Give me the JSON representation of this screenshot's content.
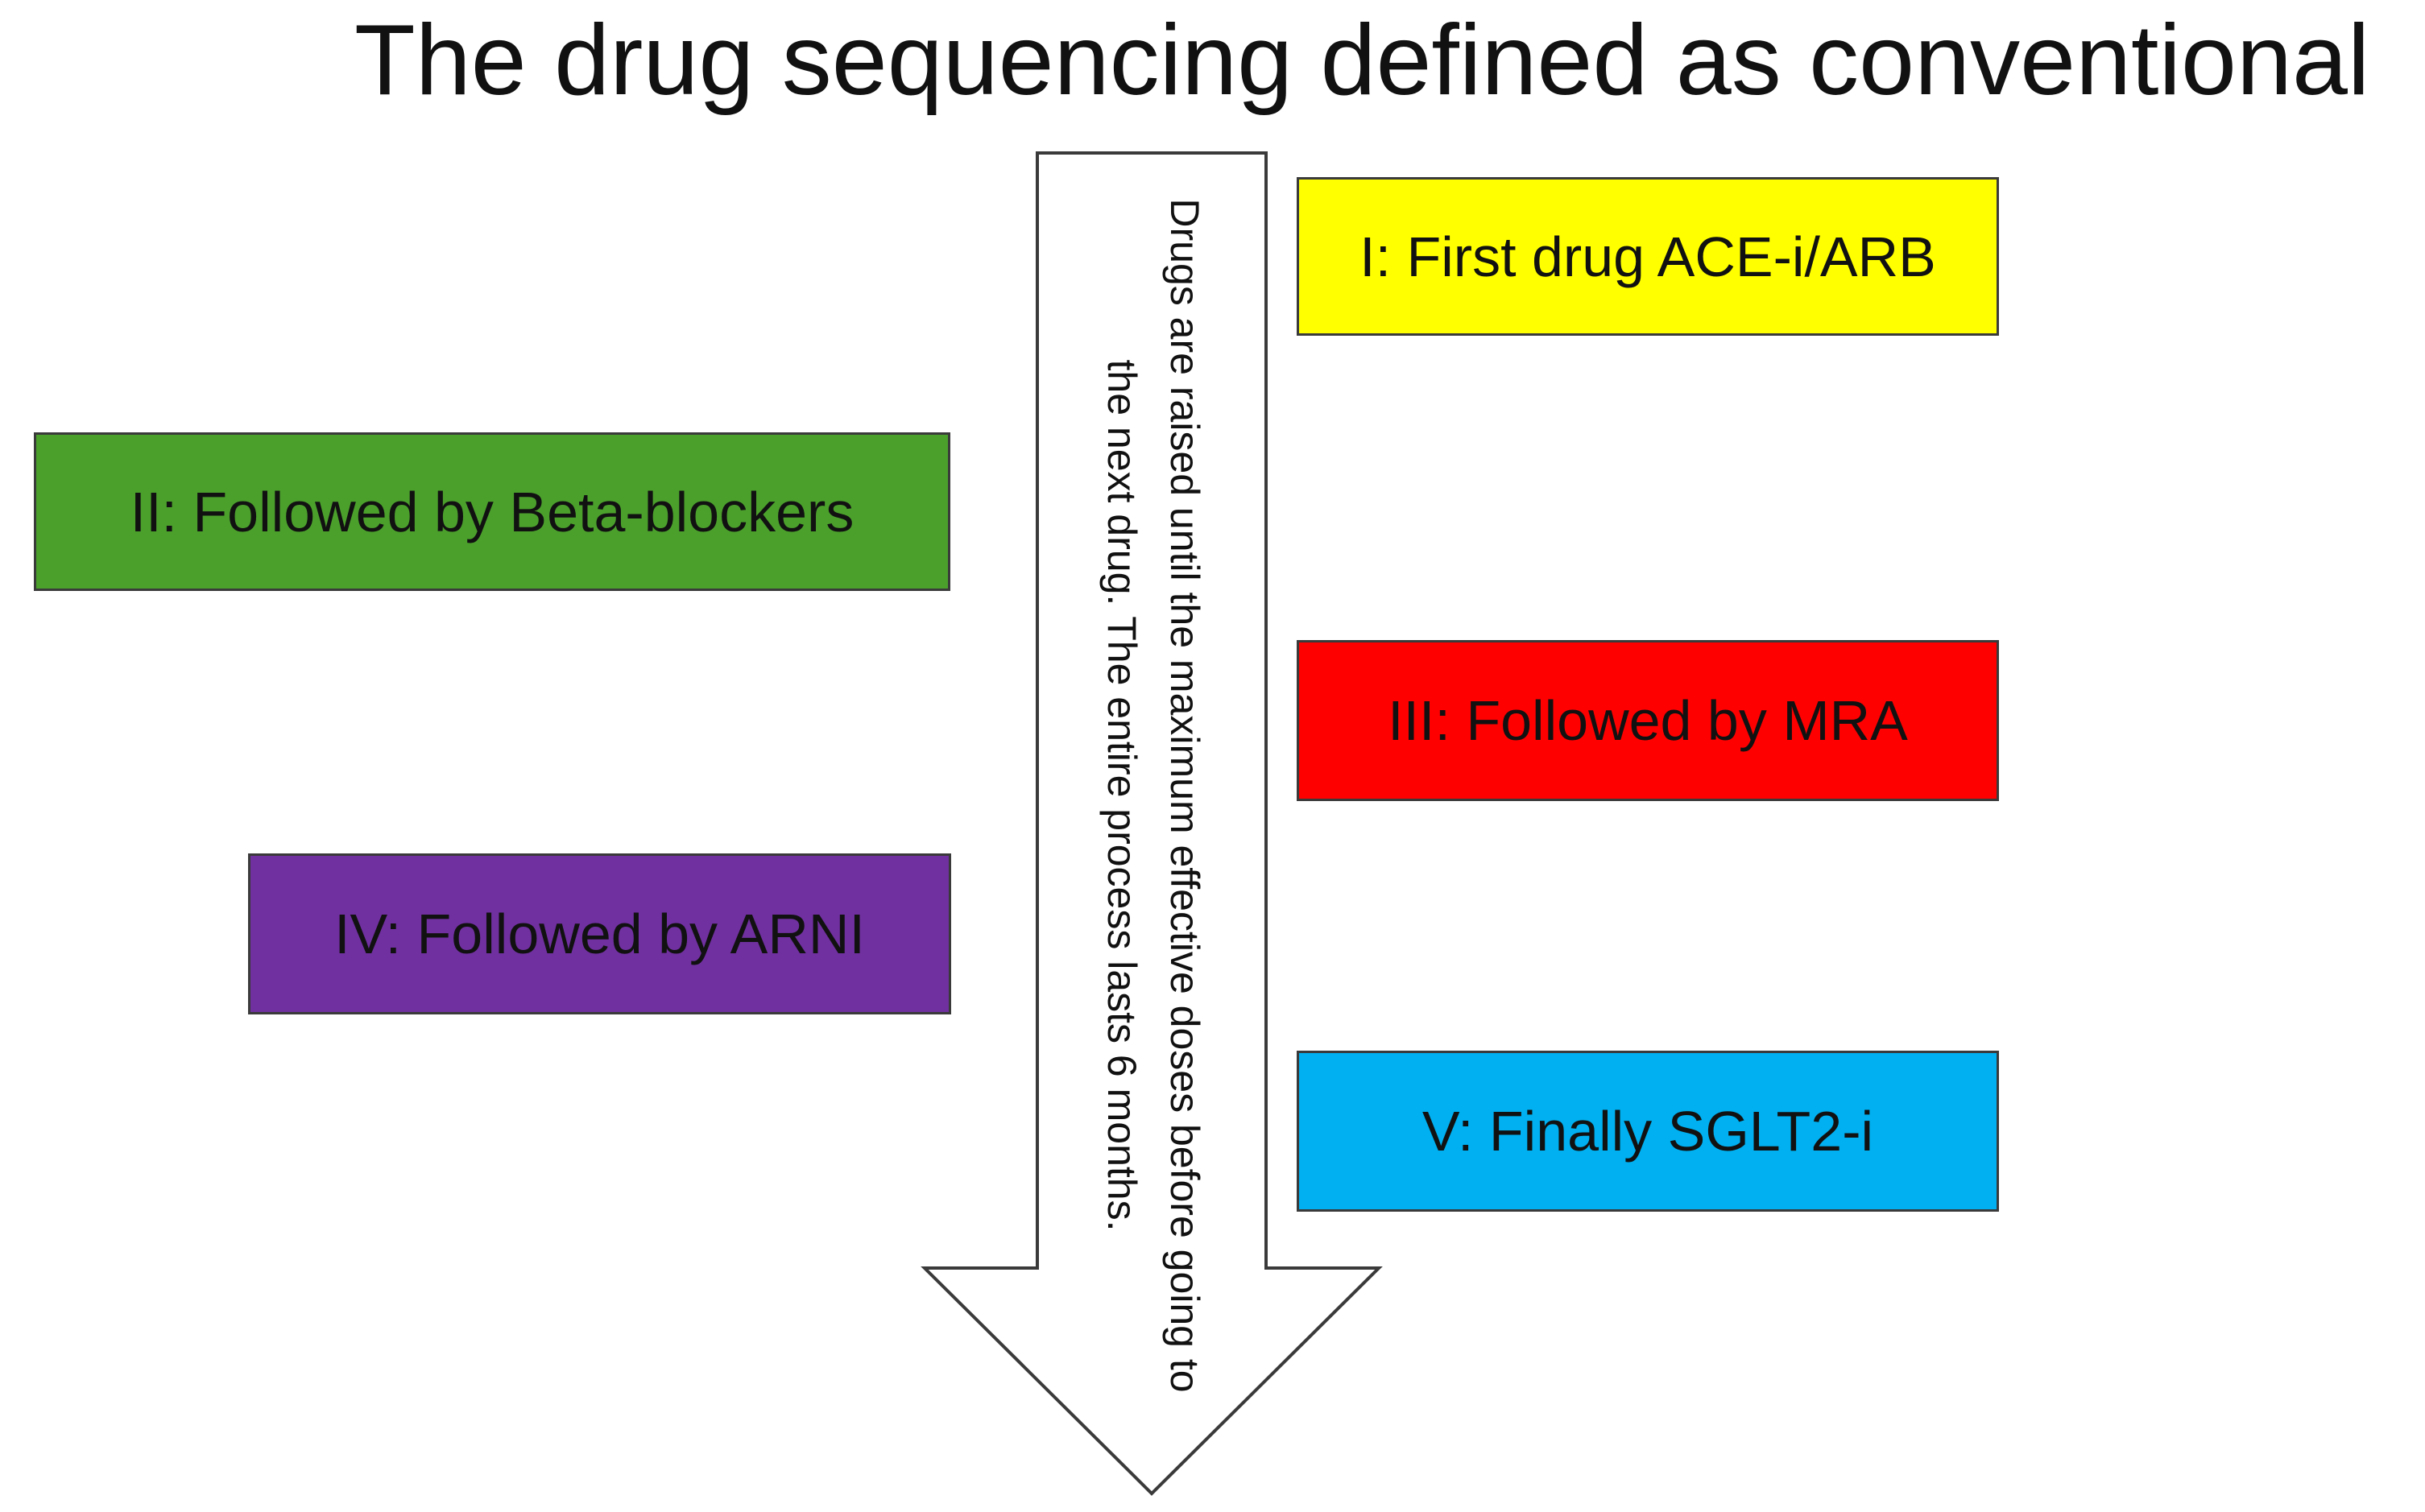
{
  "title": "The drug sequencing defined as conventional",
  "arrow": {
    "text": "Drugs are raised until the maximum effective doses before going to the next drug. The entire process lasts 6 months."
  },
  "steps": [
    {
      "label": "I: First drug ACE-i/ARB",
      "color": "#ffff00"
    },
    {
      "label": "II: Followed by Beta-blockers",
      "color": "#4ba02c"
    },
    {
      "label": "III: Followed by MRA",
      "color": "#ff0000"
    },
    {
      "label": "IV: Followed by ARNI",
      "color": "#7030a0"
    },
    {
      "label": "V: Finally SGLT2-i",
      "color": "#00b0f0"
    }
  ]
}
